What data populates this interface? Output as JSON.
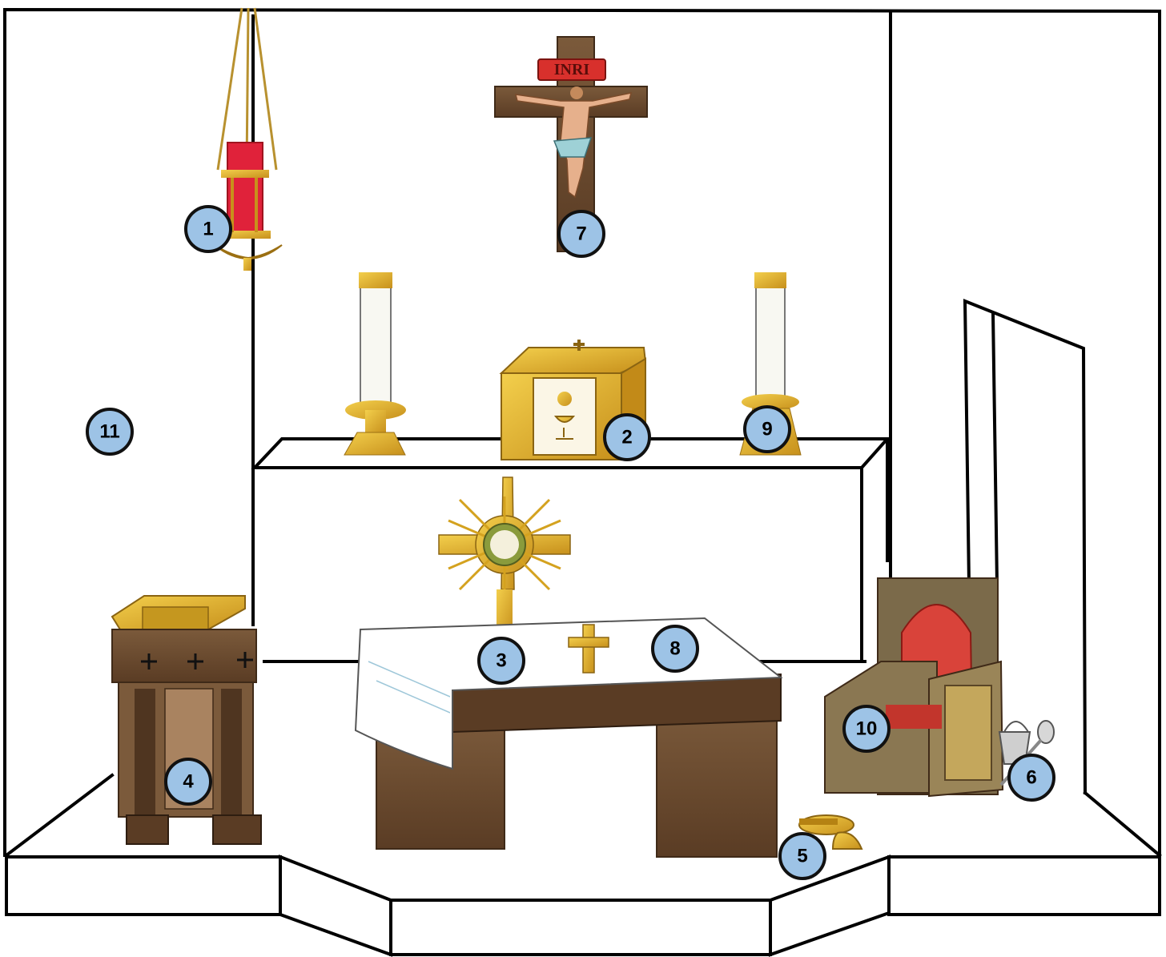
{
  "crucifix": {
    "inscription": "INRI"
  },
  "markers": [
    {
      "id": "1",
      "label": "1",
      "object": "sanctuary-lamp"
    },
    {
      "id": "2",
      "label": "2",
      "object": "tabernacle"
    },
    {
      "id": "3",
      "label": "3",
      "object": "monstrance"
    },
    {
      "id": "4",
      "label": "4",
      "object": "ambo"
    },
    {
      "id": "5",
      "label": "5",
      "object": "altar-bells"
    },
    {
      "id": "6",
      "label": "6",
      "object": "holy-water-aspergillum"
    },
    {
      "id": "7",
      "label": "7",
      "object": "crucifix"
    },
    {
      "id": "8",
      "label": "8",
      "object": "altar-cloth"
    },
    {
      "id": "9",
      "label": "9",
      "object": "altar-candle"
    },
    {
      "id": "10",
      "label": "10",
      "object": "presider-chair"
    },
    {
      "id": "11",
      "label": "11",
      "object": "sanctuary"
    }
  ],
  "colors": {
    "marker_fill": "#9dc3e6",
    "gold": "#d9a82a",
    "wood": "#6b4a2e",
    "red": "#d7263d",
    "cloth": "#ffffff"
  }
}
